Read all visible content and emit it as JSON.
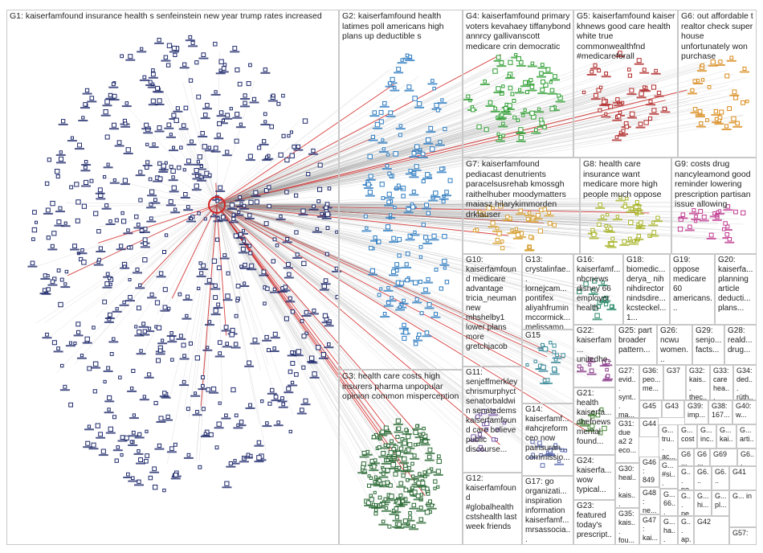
{
  "title": "kaiserfamfound Twitter NodeXL SNA Map",
  "colors": {
    "background": "#ffffff",
    "edge": "#9a9a9a",
    "edge_highlight": "#d42020",
    "box_border": "#c8c8c8",
    "g1_node": "#1f2a6b",
    "g2_node": "#2c7bc0",
    "g3_node": "#2a6a34",
    "g4_node": "#2e9e32",
    "g5_node": "#b02a2a",
    "g6_node": "#d88a1a",
    "g7_node": "#d8a030",
    "g8_node": "#a8b428",
    "g9_node": "#c03a90"
  },
  "groups": [
    {
      "id": "G1",
      "label": "G1: kaiserfamfound insurance health s senfeinstein new year trump rates increased"
    },
    {
      "id": "G2",
      "label": "G2: kaiserfamfound health latimes poll americans high plans up deductible s"
    },
    {
      "id": "G3",
      "label": "G3: health care costs high insurers pharma unpopular opinion common misperception"
    },
    {
      "id": "G4",
      "label": "G4: kaiserfamfound primary voters kevahaey tiffanybond annrcy gallivanscott medicare crin democratic"
    },
    {
      "id": "G5",
      "label": "G5: kaiserfamfound kaiser khnews good care health white true commonwealthfnd #medicareforall"
    },
    {
      "id": "G6",
      "label": "G6: out affordable t realtor check super house unfortunately won purchase"
    },
    {
      "id": "G7",
      "label": "G7: kaiserfamfound pediacast denutrients paracelsusrehab kmossgh raithelhuber moodymatters maiasz hilarykimmorden drklauser"
    },
    {
      "id": "G8",
      "label": "G8: health care insurance want medicare more high people much oppose"
    },
    {
      "id": "G9",
      "label": "G9: costs drug nancyleamond good reminder lowering prescription partisan issue allowing"
    },
    {
      "id": "G10",
      "label": "G10: kaiserfamfound medicare advantage tricia_neuman new mhshelby1 lower plans more gretchjacob"
    },
    {
      "id": "G11",
      "label": "G11: senjeffmerkley chrismurphyct senatorbaldwin senatedems kaiserfamfound care believe public discourse..."
    },
    {
      "id": "G12",
      "label": "G12: kaiserfamfound #globalhealth cstshealth last week friends"
    },
    {
      "id": "G13",
      "label": "G13: crystalinfae... lornejcam... pontifex aliyahfrumin mccormick... melissamo..."
    },
    {
      "id": "G14",
      "label": "G14: kaiserfamf... #ahcjreform ceo now painsuran... commissio..."
    },
    {
      "id": "G15",
      "label": "G15"
    },
    {
      "id": "G16",
      "label": "G16: kaiserfamf... nbcnews disney 66 employer health"
    },
    {
      "id": "G17",
      "label": "G17: go organizati... inspiration information kaiserfamf... mrsassocia..."
    },
    {
      "id": "G18",
      "label": "G18: biomedic... derya_ nih nihdirector nindsdire... kcsteckel... 1..."
    },
    {
      "id": "G19",
      "label": "G19: oppose medicare 60 americans..."
    },
    {
      "id": "G20",
      "label": "G20: kaiserfa... planning article deducti... plans..."
    },
    {
      "id": "G21",
      "label": "G21: health kaiserfa... chefnews mental found..."
    },
    {
      "id": "G22",
      "label": "G22: kaiserfam... unitedhe..."
    },
    {
      "id": "G23",
      "label": "G23: featured today's prescript..."
    },
    {
      "id": "G24",
      "label": "G24: kaiserfa... wow typical..."
    },
    {
      "id": "G25",
      "label": "G25: part broader pattern..."
    },
    {
      "id": "G26",
      "label": "G26: ncwu women..."
    },
    {
      "id": "G27",
      "label": "G27: evid... synt... ma..."
    },
    {
      "id": "G28",
      "label": "G28: reald... drug..."
    },
    {
      "id": "G29",
      "label": "G29: senjo... facts..."
    },
    {
      "id": "G30",
      "label": "G30: heal... kais... lati..."
    },
    {
      "id": "G31",
      "label": "G31: due a2 2 eco..."
    },
    {
      "id": "G32",
      "label": "G32: kais... thec... we..."
    },
    {
      "id": "G33",
      "label": "G33: care hea... we..."
    },
    {
      "id": "G34",
      "label": "G34: ded... rüth... he..."
    },
    {
      "id": "G35",
      "label": "G35: kais... fou..."
    },
    {
      "id": "G36",
      "label": "G36: peo... me..."
    },
    {
      "id": "G37",
      "label": "G37"
    },
    {
      "id": "G38",
      "label": "G38: 167..."
    },
    {
      "id": "G39",
      "label": "G39: imp..."
    },
    {
      "id": "G40",
      "label": "G40: w..."
    },
    {
      "id": "G41",
      "label": "G41"
    },
    {
      "id": "G42",
      "label": "G42"
    },
    {
      "id": "G43",
      "label": "G43"
    },
    {
      "id": "G44",
      "label": "G44"
    },
    {
      "id": "G45",
      "label": "G45"
    },
    {
      "id": "G46",
      "label": "G46: 849"
    },
    {
      "id": "G47",
      "label": "G47: kai..."
    },
    {
      "id": "G48",
      "label": "G48: ne..."
    },
    {
      "id": "G49",
      "label": "G... tru... ac..."
    },
    {
      "id": "G50",
      "label": "G... cost"
    },
    {
      "id": "G51",
      "label": "G... inc..."
    },
    {
      "id": "G52",
      "label": "G... kai..."
    },
    {
      "id": "G53",
      "label": "G... arti..."
    },
    {
      "id": "G54",
      "label": "G... #si... #s..."
    },
    {
      "id": "G55",
      "label": "G... 66..."
    },
    {
      "id": "G56",
      "label": "G... pe..."
    },
    {
      "id": "G57",
      "label": "G57:"
    },
    {
      "id": "G58",
      "label": "G... ne..."
    },
    {
      "id": "G59",
      "label": "G... ha..."
    },
    {
      "id": "G60",
      "label": "G... ap..."
    },
    {
      "id": "G61",
      "label": "G... hi..."
    },
    {
      "id": "G62",
      "label": "G... pl..."
    },
    {
      "id": "G63",
      "label": "G... in"
    },
    {
      "id": "G64",
      "label": "G6..."
    },
    {
      "id": "G65",
      "label": "G6..."
    },
    {
      "id": "G66",
      "label": "G6..."
    },
    {
      "id": "G67",
      "label": "G6..."
    },
    {
      "id": "G68",
      "label": "G6..."
    },
    {
      "id": "G69",
      "label": "G69"
    }
  ]
}
